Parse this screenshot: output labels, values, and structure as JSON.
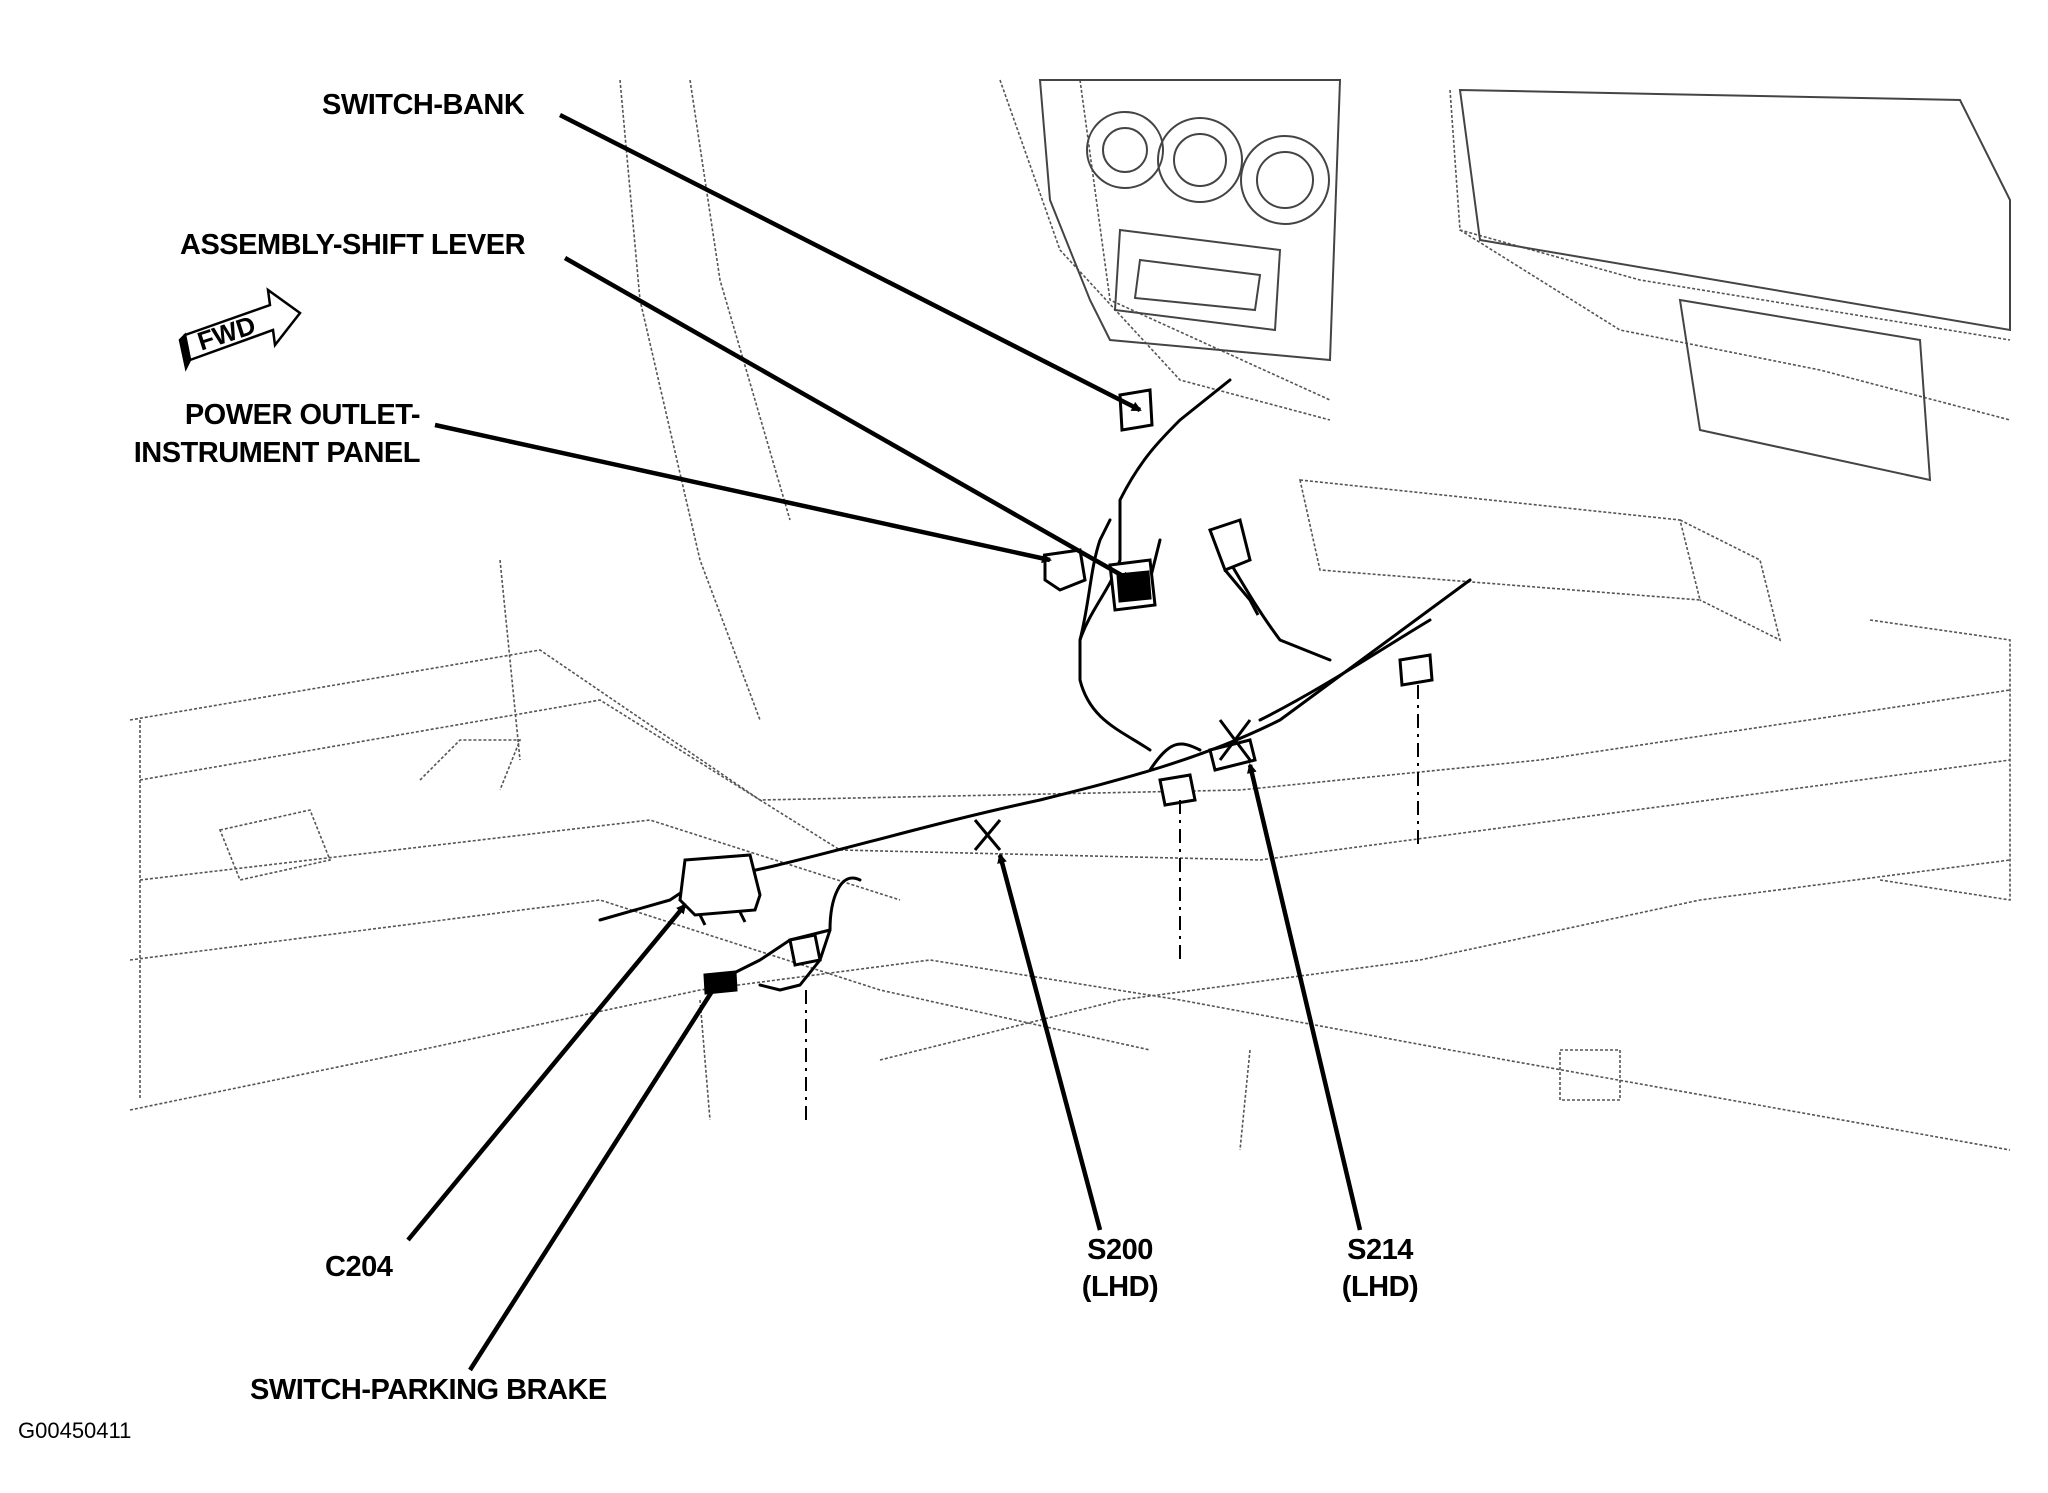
{
  "labels": {
    "switch_bank": "SWITCH-BANK",
    "shift_lever": "ASSEMBLY-SHIFT LEVER",
    "power_outlet_line1": "POWER OUTLET-",
    "power_outlet_line2": "INSTRUMENT PANEL",
    "c204": "C204",
    "parking_brake": "SWITCH-PARKING BRAKE",
    "s200_line1": "S200",
    "s200_line2": "(LHD)",
    "s214_line1": "S214",
    "s214_line2": "(LHD)"
  },
  "direction_arrow": "FWD",
  "figure_code": "G00450411"
}
